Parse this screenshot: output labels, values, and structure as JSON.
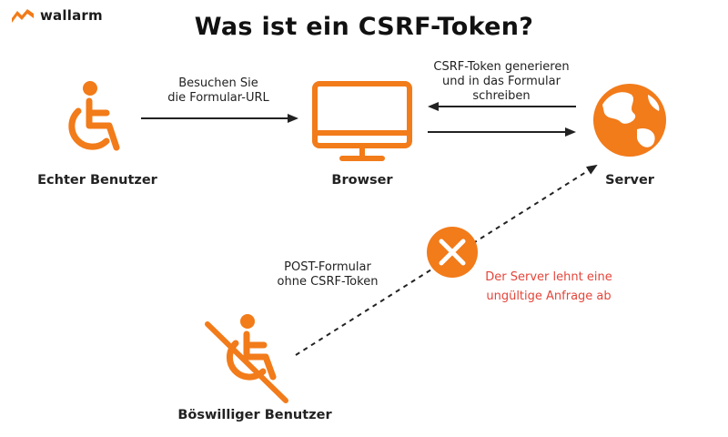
{
  "brand": {
    "name": "wallarm",
    "logo_icon": "wallarm-logo-icon"
  },
  "title": "Was ist ein CSRF-Token?",
  "colors": {
    "accent": "#f27b1a",
    "text": "#1b1b1b",
    "danger": "#e5453a",
    "reject": "#f27b1a"
  },
  "nodes": {
    "real_user": {
      "label": "Echter Benutzer",
      "icon": "wheelchair-user-icon"
    },
    "browser": {
      "label": "Browser",
      "icon": "monitor-icon"
    },
    "server": {
      "label": "Server",
      "icon": "globe-icon"
    },
    "malicious_user": {
      "label": "Böswilliger Benutzer",
      "icon": "crossed-out-user-icon"
    }
  },
  "edges": {
    "user_to_browser": {
      "line1": "Besuchen Sie",
      "line2": "die Formular-URL"
    },
    "server_to_browser": {
      "line1": "CSRF-Token generieren",
      "line2": "und in das Formular",
      "line3": "schreiben"
    },
    "attack": {
      "line1": "POST-Formular",
      "line2": "ohne CSRF-Token"
    }
  },
  "rejection": {
    "icon": "reject-x-icon",
    "line1": "Der Server lehnt eine",
    "line2": "ungültige Anfrage ab"
  }
}
